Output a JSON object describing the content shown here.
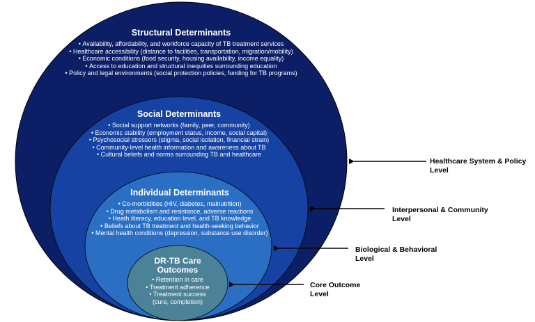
{
  "structural": {
    "title": "Structural Determinants",
    "items": [
      "Availability, affordability, and workforce capacity of TB treatment services",
      "Healthcare accessibility (distance to facilities, transportation, migration/mobility)",
      "Economic conditions (food security, housing availability, income equality)",
      "Access to education and structural inequities surrounding education",
      "Policy and legal environments (social protection policies, funding for TB programs)"
    ]
  },
  "social": {
    "title": "Social Determinants",
    "items": [
      "Social support networks (family, peer, community)",
      "Economic stability (employment status, income, social capital)",
      "Psychosocial stressors (stigma, social isolation, financial strain)",
      "Community-level health information and awareness about TB",
      "Cultural beliefs and norms surrounding TB and healthcare"
    ]
  },
  "individual": {
    "title": "Individual Determinants",
    "items": [
      "Co-morbidities (HIV, diabetes, malnutrition)",
      "Drug metabolism and resistance, adverse reactions",
      "Heath literacy, education level, and TB knowledge",
      "Beliefs about TB treatment and health-seeking behavior",
      "Mental health conditions (depression, substance use disorder)"
    ]
  },
  "core": {
    "title_line1": "DR-TB Care",
    "title_line2": "Outcomes",
    "items": [
      "Retention in care",
      "Treatment adherence",
      "Treatment success",
      "(cure, completion)"
    ]
  },
  "levels": [
    {
      "line1": "Healthcare System & Policy",
      "line2": "Level"
    },
    {
      "line1": "Interpersonal & Community",
      "line2": "Level"
    },
    {
      "line1": "Biological & Behavioral",
      "line2": "Level"
    },
    {
      "line1": "Core Outcome",
      "line2": "Level"
    }
  ],
  "colors": {
    "outer": "#0c1f66",
    "social": "#1542a3",
    "individual": "#2a6fc4",
    "core": "#4b8298",
    "outline": "#000000",
    "text": "#ffffff"
  }
}
